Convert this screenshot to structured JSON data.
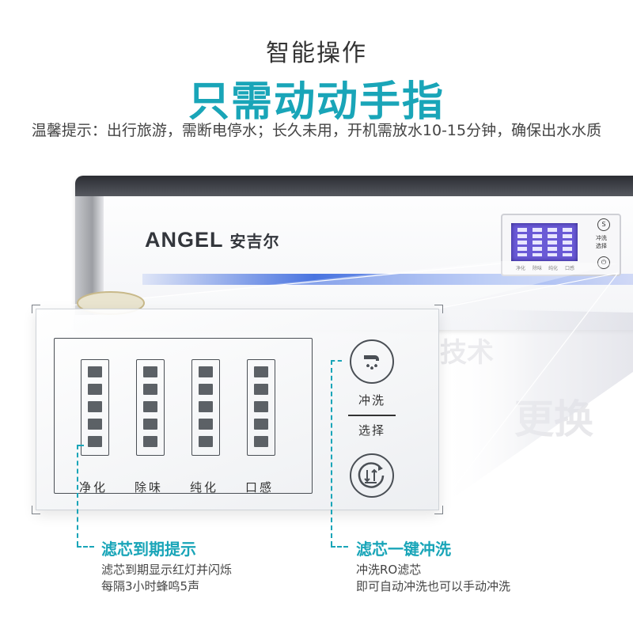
{
  "header": {
    "subtitle": "智能操作",
    "title": "只需动动手指",
    "tip": "温馨提示：出行旅游，需断电停水；长久未用，开机需放水10-15分钟，确保出水水质"
  },
  "device": {
    "brand_latin": "ANGEL",
    "brand_cn": "安吉尔",
    "mini_labels": [
      "净化",
      "除味",
      "纯化",
      "口感"
    ],
    "mini_button_text": [
      "冲洗",
      "选择"
    ],
    "background_text": [
      "技术",
      "更换"
    ]
  },
  "panel": {
    "columns": [
      {
        "label": "净化"
      },
      {
        "label": "除味"
      },
      {
        "label": "纯化"
      },
      {
        "label": "口感"
      }
    ],
    "button_top_label": "冲洗",
    "button_bottom_label": "选择"
  },
  "callouts": {
    "left": {
      "title": "滤芯到期提示",
      "line1": "滤芯到期显示红灯并闪烁",
      "line2": "每隔3小时蜂鸣5声"
    },
    "right": {
      "title": "滤芯一键冲洗",
      "line1": "冲洗RO滤芯",
      "line2": "即可自动冲洗也可以手动冲洗"
    }
  },
  "colors": {
    "accent": "#19a5b8",
    "screen": "#6a5ad6",
    "led": "#5c6166"
  },
  "icons": [
    "flush-water-icon",
    "filter-select-icon"
  ]
}
